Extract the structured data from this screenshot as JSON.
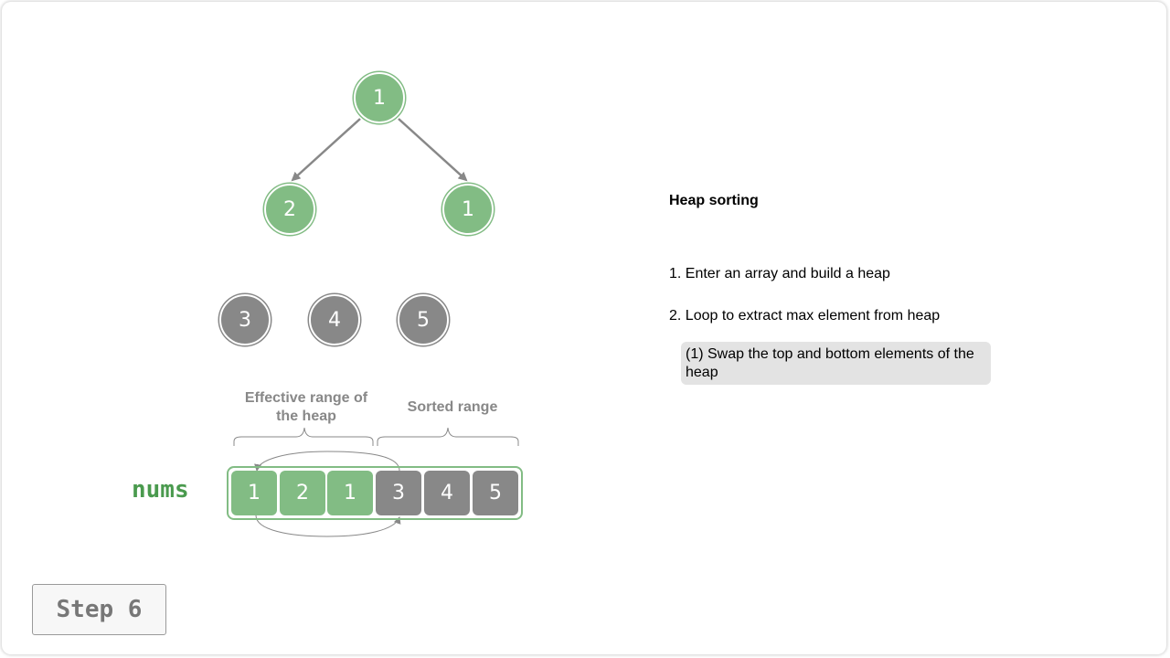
{
  "tree": {
    "nodes": [
      {
        "value": "1",
        "state": "heap"
      },
      {
        "value": "2",
        "state": "heap"
      },
      {
        "value": "1",
        "state": "heap"
      },
      {
        "value": "3",
        "state": "sorted"
      },
      {
        "value": "4",
        "state": "sorted"
      },
      {
        "value": "5",
        "state": "sorted"
      }
    ]
  },
  "array": {
    "label": "nums",
    "cells": [
      {
        "value": "1",
        "state": "heap"
      },
      {
        "value": "2",
        "state": "heap"
      },
      {
        "value": "1",
        "state": "heap"
      },
      {
        "value": "3",
        "state": "sorted"
      },
      {
        "value": "4",
        "state": "sorted"
      },
      {
        "value": "5",
        "state": "sorted"
      }
    ],
    "effective_range_label": "Effective range of the heap",
    "sorted_range_label": "Sorted range"
  },
  "panel": {
    "title": "Heap sorting",
    "step1": "1. Enter an array and build a heap",
    "step2": "2. Loop to extract max element from heap",
    "substep": "(1) Swap the top and bottom elements of the heap"
  },
  "step_badge": "Step 6",
  "colors": {
    "heap": "#82bc84",
    "sorted": "#888888",
    "label_green": "#4a9a4e"
  }
}
